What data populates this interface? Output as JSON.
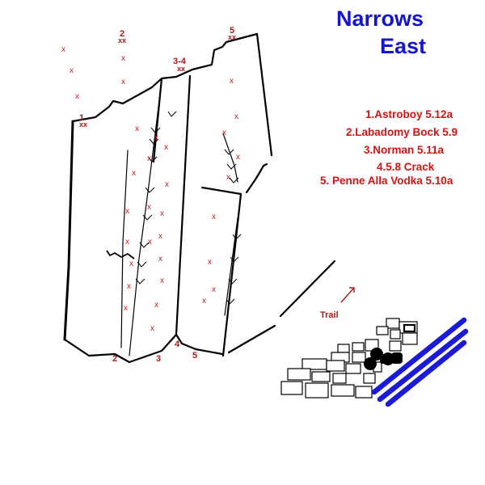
{
  "title": {
    "line1": "Narrows",
    "line2": "East"
  },
  "legend": [
    "1.Astroboy 5.12a",
    "2.Labadomy Bock 5.9",
    "3.Norman 5.11a",
    "4.5.8 Crack",
    "5. Penne Alla Vodka 5.10a"
  ],
  "top_labels": {
    "route1": "1",
    "route2": "2",
    "route3_4": "3-4",
    "route5": "5",
    "anchor": "xx"
  },
  "base_labels": {
    "route2": "2",
    "route3": "3",
    "route4": "4",
    "route5": "5"
  },
  "bolt_mark": "x",
  "trail_label": "Trail",
  "colors": {
    "title": "#1414d2",
    "legend": "#d41414",
    "bolts": "#cc1a1a",
    "labels": "#b01818",
    "rock_lines": "#000000",
    "water": "#1a1ad8"
  }
}
